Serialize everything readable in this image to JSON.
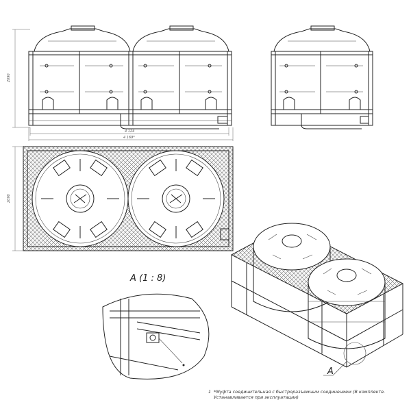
{
  "dimensions": {
    "height_front": "2090",
    "width_inner": "4 124",
    "width_outer": "4 169*",
    "depth_plan": "2090"
  },
  "detail": {
    "title": "A (1 : 8)",
    "ref_label": "A"
  },
  "note": {
    "number": "1",
    "text": "*Муфта соединительная с быстроразъемным соединением (В комплекте. Устанавливается при эксплуатации)"
  }
}
